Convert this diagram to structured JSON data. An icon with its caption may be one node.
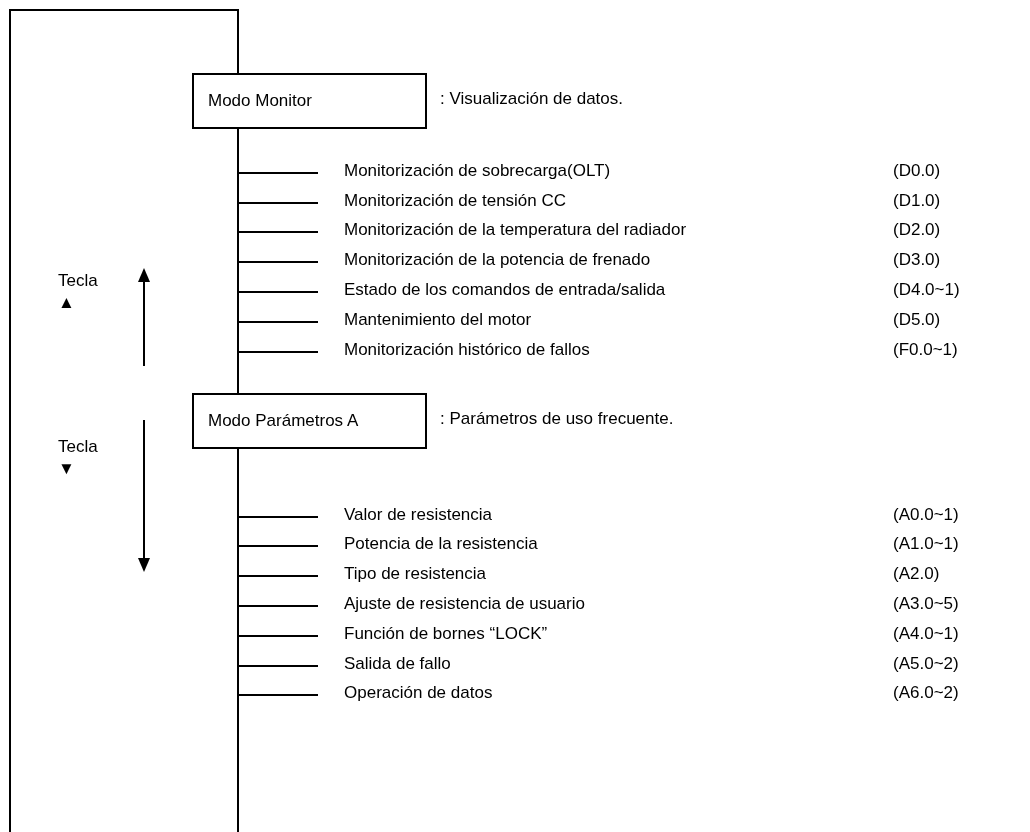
{
  "diagram": {
    "nodes": [
      {
        "text": [
          "Modo Monitor"
        ],
        "beside": [
          ": Visualización de datos."
        ]
      },
      {
        "text": [
          "Monitorización de sobrecarga(OLT)"
        ],
        "beside": [
          "(D0.0)"
        ]
      },
      {
        "text": [
          "Monitorización  de tensión CC"
        ],
        "beside": [
          "(D1.0)"
        ]
      },
      {
        "text": [
          "Monitorización de la temperatura del radiador"
        ],
        "beside": [
          "(D2.0)"
        ]
      },
      {
        "text": [
          "Monitorización de la potencia de frenado"
        ],
        "beside": [
          "(D3.0)"
        ]
      },
      {
        "text": [
          "Estado de los comandos de entrada/salida"
        ],
        "beside": [
          "(D4.0~1)"
        ]
      },
      {
        "text": [
          "Mantenimiento del motor"
        ],
        "beside": [
          "(D5.0)"
        ]
      },
      {
        "text": [
          "Monitorización histórico de fallos"
        ],
        "beside": [
          "(F0.0~1)"
        ]
      },
      {
        "text": [
          "Modo Parámetros A"
        ],
        "beside": [
          ": Parámetros de uso frecuente."
        ]
      },
      {
        "text": [
          "Valor de resistencia"
        ],
        "beside": [
          "(A0.0~1)"
        ]
      },
      {
        "text": [
          "Potencia de la resistencia"
        ],
        "beside": [
          "(A1.0~1)"
        ]
      },
      {
        "text": [
          "Tipo de resistencia"
        ],
        "beside": [
          "(A2.0)"
        ]
      },
      {
        "text": [
          "Ajuste de resistencia de usuario"
        ],
        "beside": [
          "(A3.0~5)"
        ]
      },
      {
        "text": [
          "Función de bornes “LOCK”"
        ],
        "beside": [
          "(A4.0~1)"
        ]
      },
      {
        "text": [
          "Salida de fallo"
        ],
        "beside": [
          "(A5.0~2)"
        ]
      },
      {
        "text": [
          "Operación de datos"
        ],
        "beside": [
          "(A6.0~2)"
        ]
      }
    ],
    "edges": [
      {
        "from": null,
        "to": 0,
        "arrow": "none"
      },
      {
        "from": 0,
        "to": 1,
        "arrow": "none"
      },
      {
        "from": 0,
        "to": 2,
        "arrow": "none"
      },
      {
        "from": 0,
        "to": 3,
        "arrow": "none"
      },
      {
        "from": 0,
        "to": 4,
        "arrow": "none"
      },
      {
        "from": 0,
        "to": 5,
        "arrow": "none"
      },
      {
        "from": 0,
        "to": 6,
        "arrow": "none"
      },
      {
        "from": 0,
        "to": 7,
        "arrow": "none"
      },
      {
        "from": 0,
        "to": 8,
        "arrow": "none"
      },
      {
        "from": 8,
        "to": 9,
        "arrow": "none"
      },
      {
        "from": 8,
        "to": 10,
        "arrow": "none"
      },
      {
        "from": 8,
        "to": 11,
        "arrow": "none"
      },
      {
        "from": 8,
        "to": 12,
        "arrow": "none"
      },
      {
        "from": 8,
        "to": 13,
        "arrow": "none"
      },
      {
        "from": 8,
        "to": 14,
        "arrow": "none"
      },
      {
        "from": 8,
        "to": 15,
        "arrow": "none"
      },
      {
        "from": 8,
        "to": null,
        "arrow": "none"
      }
    ],
    "labels": [
      "Tecla ▲",
      "Tecla ▼"
    ]
  }
}
